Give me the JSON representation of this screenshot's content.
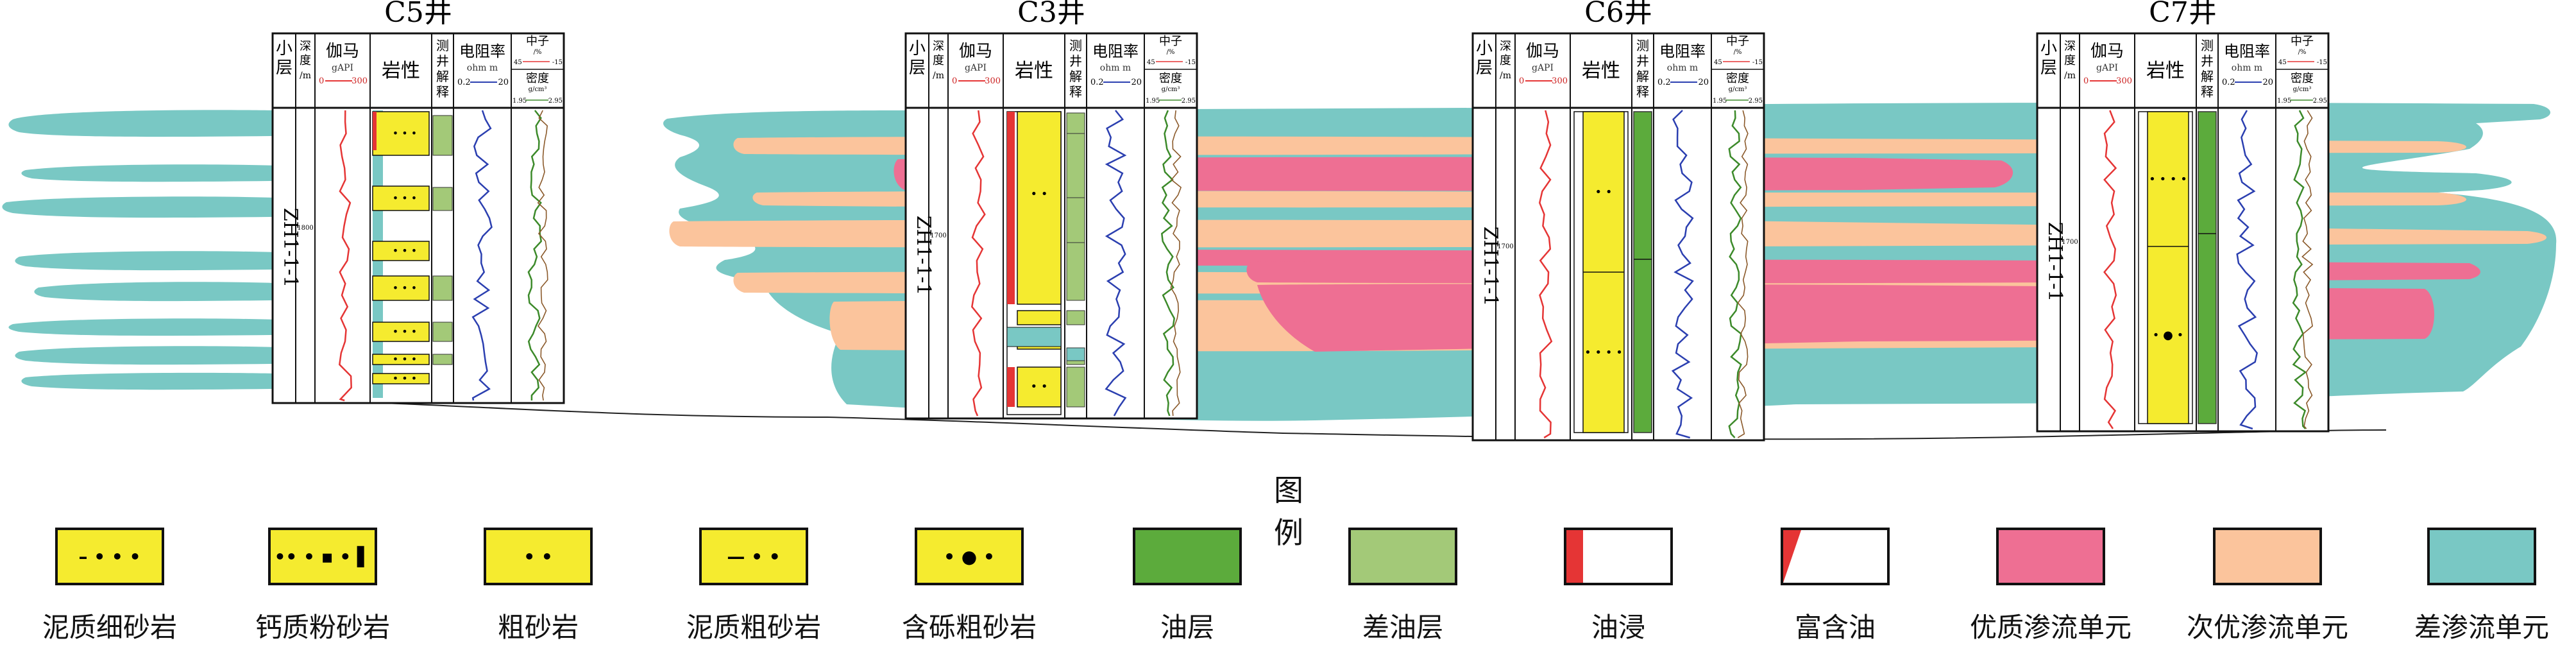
{
  "wells": [
    {
      "name": "C5井",
      "layer": "ZH1-1-1",
      "depth_tick": "1800"
    },
    {
      "name": "C3井",
      "layer": "ZH1-1-1",
      "depth_tick": "1700"
    },
    {
      "name": "C6井",
      "layer": "ZH1-1-1",
      "depth_tick": "1700"
    },
    {
      "name": "C7井",
      "layer": "ZH1-1-1",
      "depth_tick": "1700"
    }
  ],
  "columns": {
    "sublayer": "小层",
    "depth": "深度/m",
    "gamma": "伽马",
    "gamma_unit": "gAPI",
    "gamma_range": [
      "0",
      "300"
    ],
    "lithology": "岩性",
    "logging_interp": "测井解释",
    "resistivity": "电阻率",
    "resistivity_unit": "ohm m",
    "resistivity_range": [
      "0.2",
      "20"
    ],
    "neutron": "中子",
    "neutron_unit": "/%",
    "neutron_range": [
      "45",
      "-15"
    ],
    "density": "密度",
    "density_unit": "g/cm³",
    "density_range": [
      "1.95",
      "2.95"
    ]
  },
  "legend": {
    "title": "图例",
    "items": [
      {
        "key": "muddy-fine-sandstone",
        "label": "泥质细砂岩",
        "fill": "#f5eb2f",
        "pattern": "– • • •"
      },
      {
        "key": "calcareous-siltstone",
        "label": "钙质粉砂岩",
        "fill": "#f5eb2f",
        "pattern": "•• • ▪ • ▌"
      },
      {
        "key": "coarse-sandstone",
        "label": "粗砂岩",
        "fill": "#f5eb2f",
        "pattern": "•   •"
      },
      {
        "key": "muddy-coarse-sandstone",
        "label": "泥质粗砂岩",
        "fill": "#f5eb2f",
        "pattern": "—  •   •"
      },
      {
        "key": "gravelly-coarse-sandstone",
        "label": "含砾粗砂岩",
        "fill": "#f5eb2f",
        "pattern": "•   ●   •"
      },
      {
        "key": "oil-layer",
        "label": "油层",
        "fill": "#5cab3c",
        "pattern": ""
      },
      {
        "key": "poor-oil-layer",
        "label": "差油层",
        "fill": "#a3c978",
        "pattern": ""
      },
      {
        "key": "oil-stain",
        "label": "油浸",
        "fill": "#ffffff",
        "pattern": ""
      },
      {
        "key": "oil-rich",
        "label": "富含油",
        "fill": "#ffffff",
        "pattern": ""
      },
      {
        "key": "high-quality-flow-unit",
        "label": "优质渗流单元",
        "fill": "#ee6f93",
        "pattern": ""
      },
      {
        "key": "sub-high-quality-flow-unit",
        "label": "次优渗流单元",
        "fill": "#fbc49c",
        "pattern": ""
      },
      {
        "key": "poor-flow-unit",
        "label": "差渗流单元",
        "fill": "#79c8c4",
        "pattern": ""
      }
    ]
  },
  "colors": {
    "pink": "#ee6f93",
    "peach": "#fbc49c",
    "teal": "#79c8c4",
    "yellow": "#f5eb2f",
    "green": "#5cab3c",
    "light_green": "#a3c978",
    "red": "#e53535",
    "gamma_curve": "#e53535",
    "resistivity_curve": "#2b3fb0",
    "density_curve": "#3c8a2a"
  }
}
